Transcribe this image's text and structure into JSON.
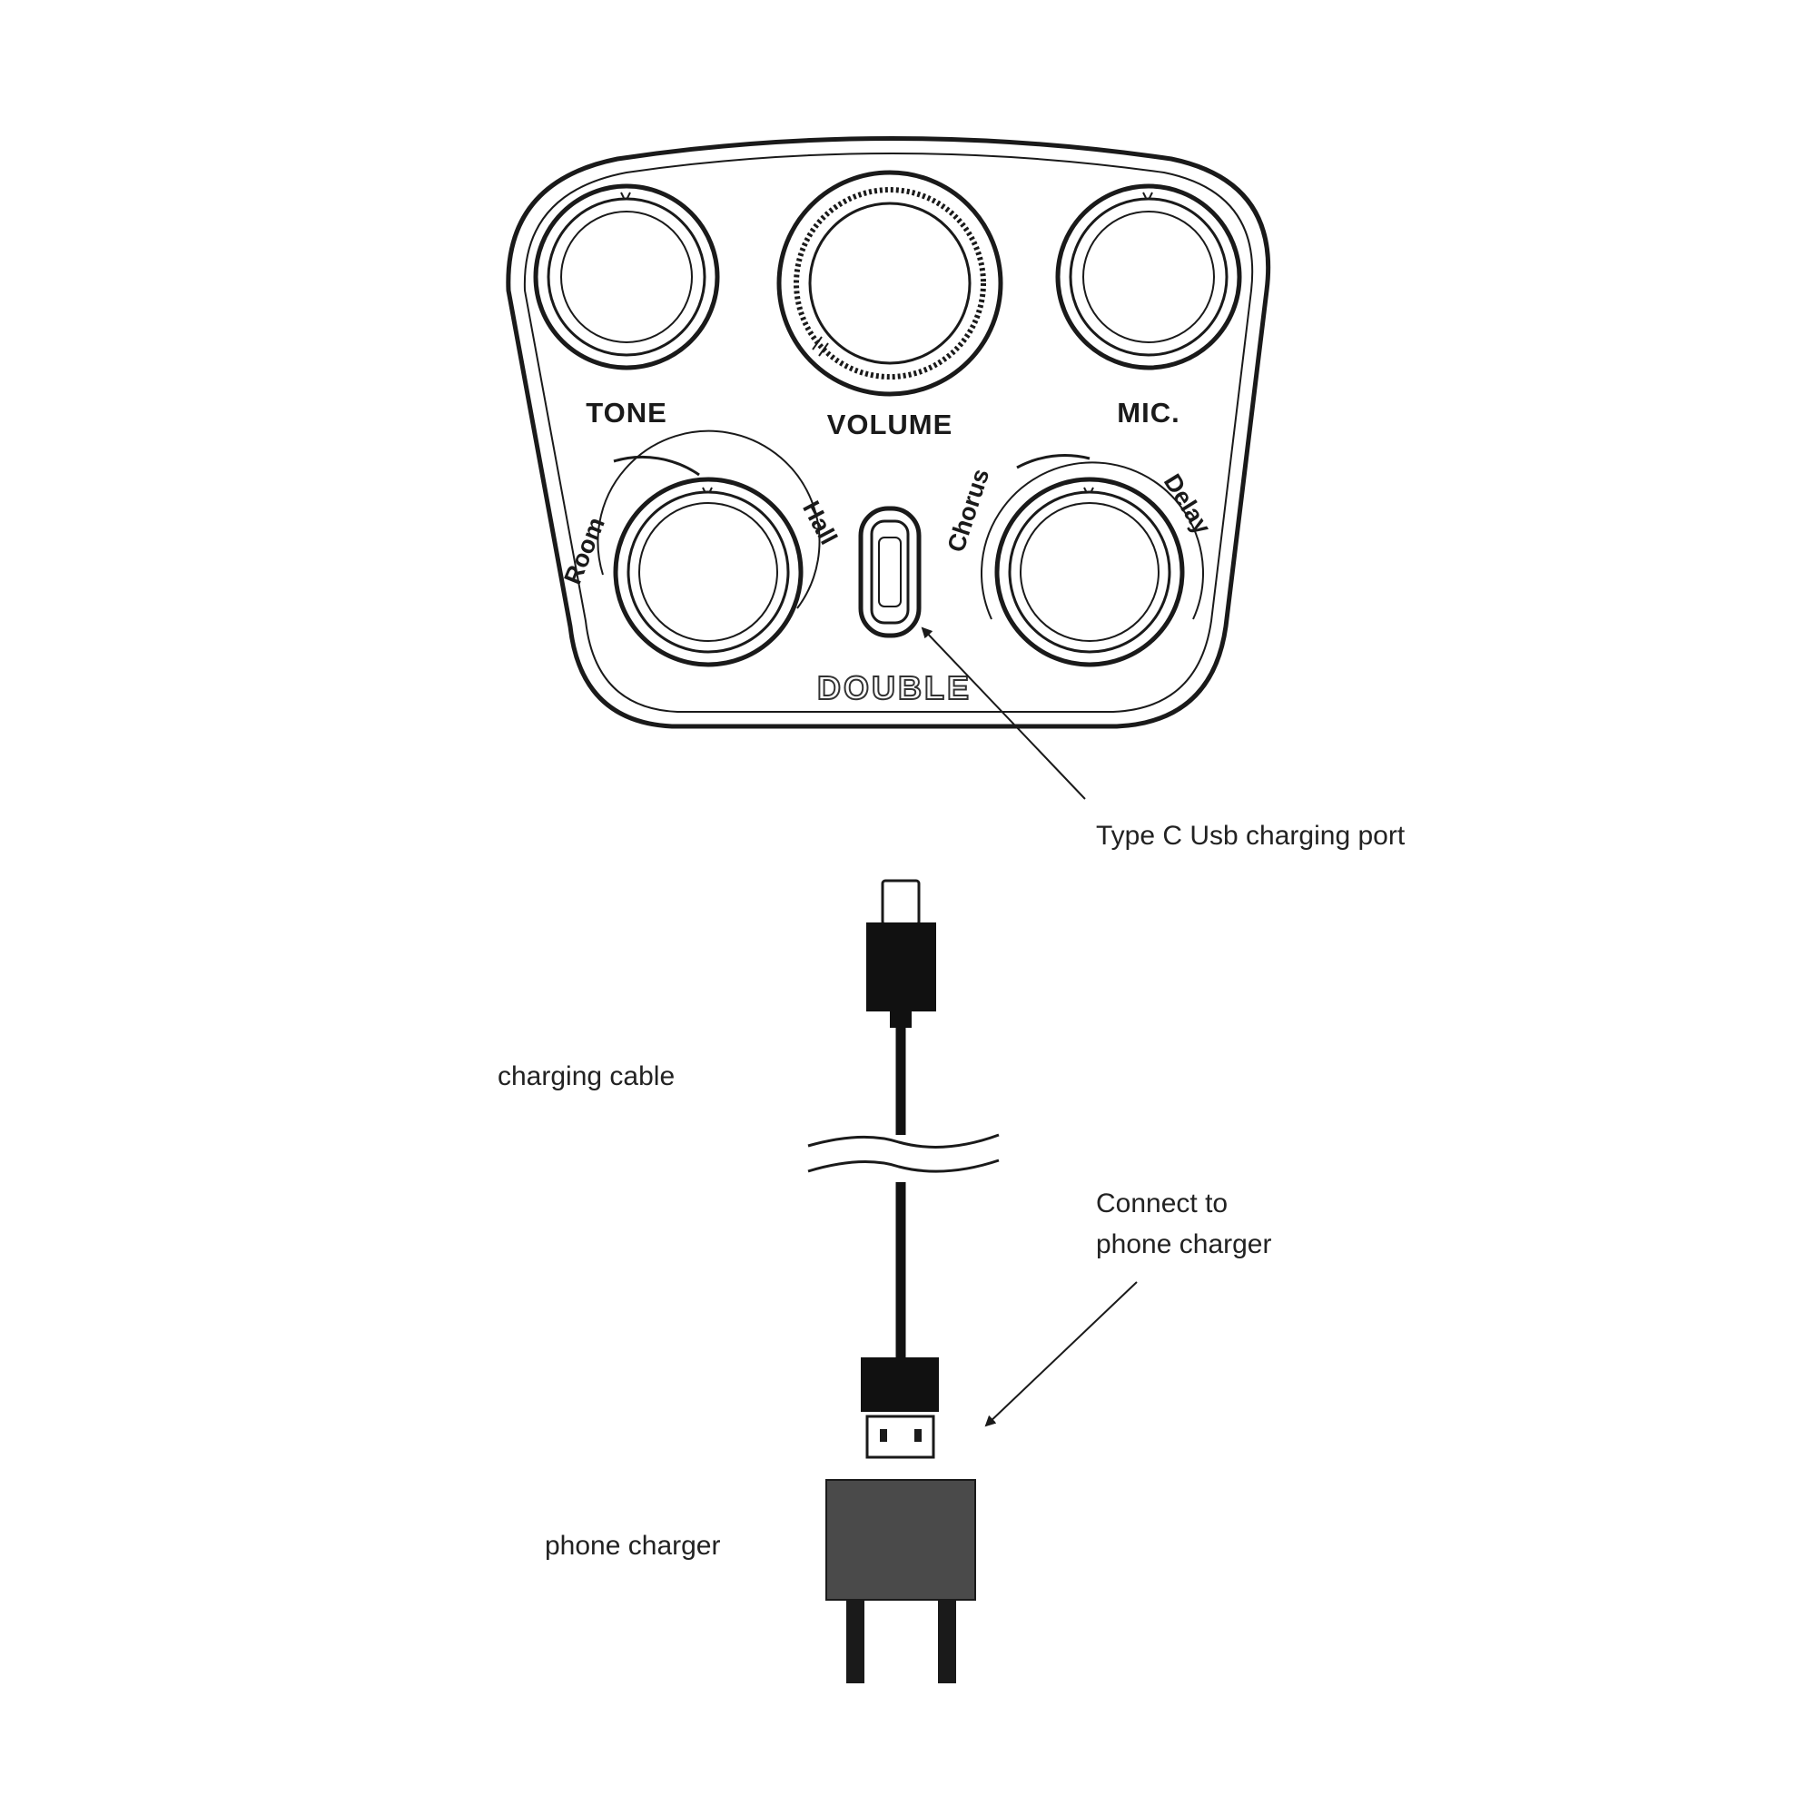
{
  "panel": {
    "knobs": {
      "tone": "TONE",
      "volume": "VOLUME",
      "mic": "MIC.",
      "reverb_left": "Room",
      "reverb_right": "Hall",
      "effect_left": "Chorus",
      "effect_right": "Delay"
    },
    "brand": "DOUBLE"
  },
  "callouts": {
    "port": "Type C Usb charging port",
    "cable": "charging cable",
    "connect_line1": "Connect to",
    "connect_line2": "phone charger",
    "charger": "phone charger"
  },
  "colors": {
    "line": "#1a1a1a",
    "plug": "#111111",
    "charger_body": "#4a4a4a"
  }
}
